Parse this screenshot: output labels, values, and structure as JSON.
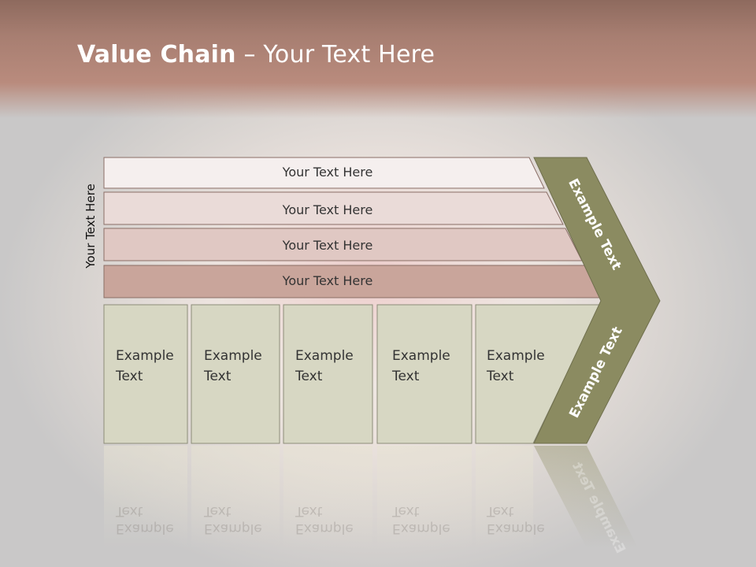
{
  "slide": {
    "title_bold": "Value Chain",
    "title_rest": " – Your Text Here",
    "side_label": "Your Text Here"
  },
  "rows": [
    {
      "label": "Your Text Here"
    },
    {
      "label": "Your Text Here"
    },
    {
      "label": "Your Text Here"
    },
    {
      "label": "Your Text Here"
    }
  ],
  "columns": [
    {
      "line1": "Example",
      "line2": "Text"
    },
    {
      "line1": "Example",
      "line2": "Text"
    },
    {
      "line1": "Example",
      "line2": "Text"
    },
    {
      "line1": "Example",
      "line2": "Text"
    },
    {
      "line1": "Example",
      "line2": "Text"
    }
  ],
  "arrow": {
    "upper_label": "Example Text",
    "lower_label": "Example Text"
  },
  "colors": {
    "header": "#a77e71",
    "row_fills": [
      "#f5efee",
      "#eadbd8",
      "#e0c8c3",
      "#c9a59b"
    ],
    "column_fill": "#d7d7c3",
    "arrow_fill": "#8b8b61"
  }
}
